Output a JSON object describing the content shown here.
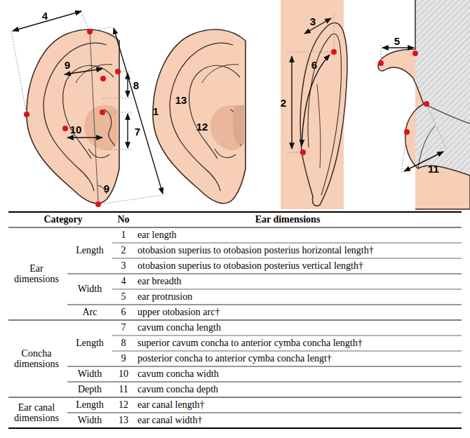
{
  "diagram": {
    "labels": [
      "1",
      "2",
      "3",
      "4",
      "5",
      "6",
      "7",
      "8",
      "9",
      "9",
      "10",
      "11",
      "12",
      "13",
      "Category",
      "No",
      "Ear dimensions",
      "Ear dimensions",
      "Length",
      "1",
      "ear length",
      "2",
      "otobasion superius to otobasion posterius horizontal length†",
      "3",
      "otobasion superius to otobasion posterius vertical length†",
      "Width",
      "4",
      "ear breadth",
      "5",
      "ear protrusion",
      "Arc",
      "6",
      "upper otobasion arc†",
      "Concha dimensions",
      "Length",
      "7",
      "cavum concha length",
      "8",
      "superior cavum concha to anterior cymba concha length†",
      "9",
      "posterior concha to anterior cymba concha lengt†",
      "Width",
      "10",
      "cavum concha width",
      "Depth",
      "11",
      "cavum concha depth",
      "Ear canal dimensions",
      "Length",
      "12",
      "ear canal length†",
      "Width",
      "13",
      "ear canal width†"
    ]
  }
}
